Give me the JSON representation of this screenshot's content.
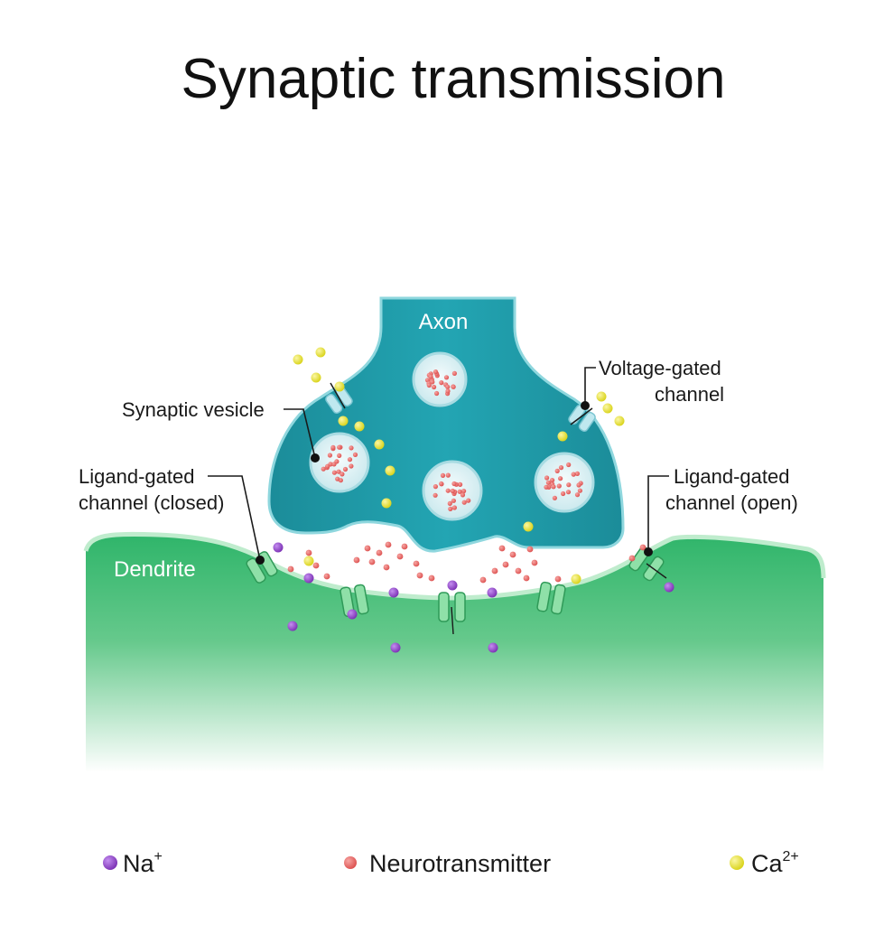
{
  "title": "Synaptic transmission",
  "regions": {
    "axon": "Axon",
    "dendrite": "Dendrite"
  },
  "labels": {
    "synaptic_vesicle": "Synaptic vesicle",
    "voltage_gated_line1": "Voltage-gated",
    "voltage_gated_line2": "channel",
    "ligand_closed_line1": "Ligand-gated",
    "ligand_closed_line2": "channel (closed)",
    "ligand_open_line1": "Ligand-gated",
    "ligand_open_line2": "channel (open)"
  },
  "legend": {
    "na_base": "Na",
    "na_sup": "+",
    "neurotransmitter": "Neurotransmitter",
    "ca_base": "Ca",
    "ca_sup": "2+"
  },
  "colors": {
    "axon": "#1e98a6",
    "axon_light": "#6fcdd6",
    "dendrite": "#2fb56a",
    "dendrite_light": "#dff4e6",
    "vesicle": "#dff2f4",
    "neurotransmitter": "#e5605f",
    "sodium": "#8a3fc2",
    "calcium": "#e4df2c",
    "receptor": "#56cc7a"
  }
}
